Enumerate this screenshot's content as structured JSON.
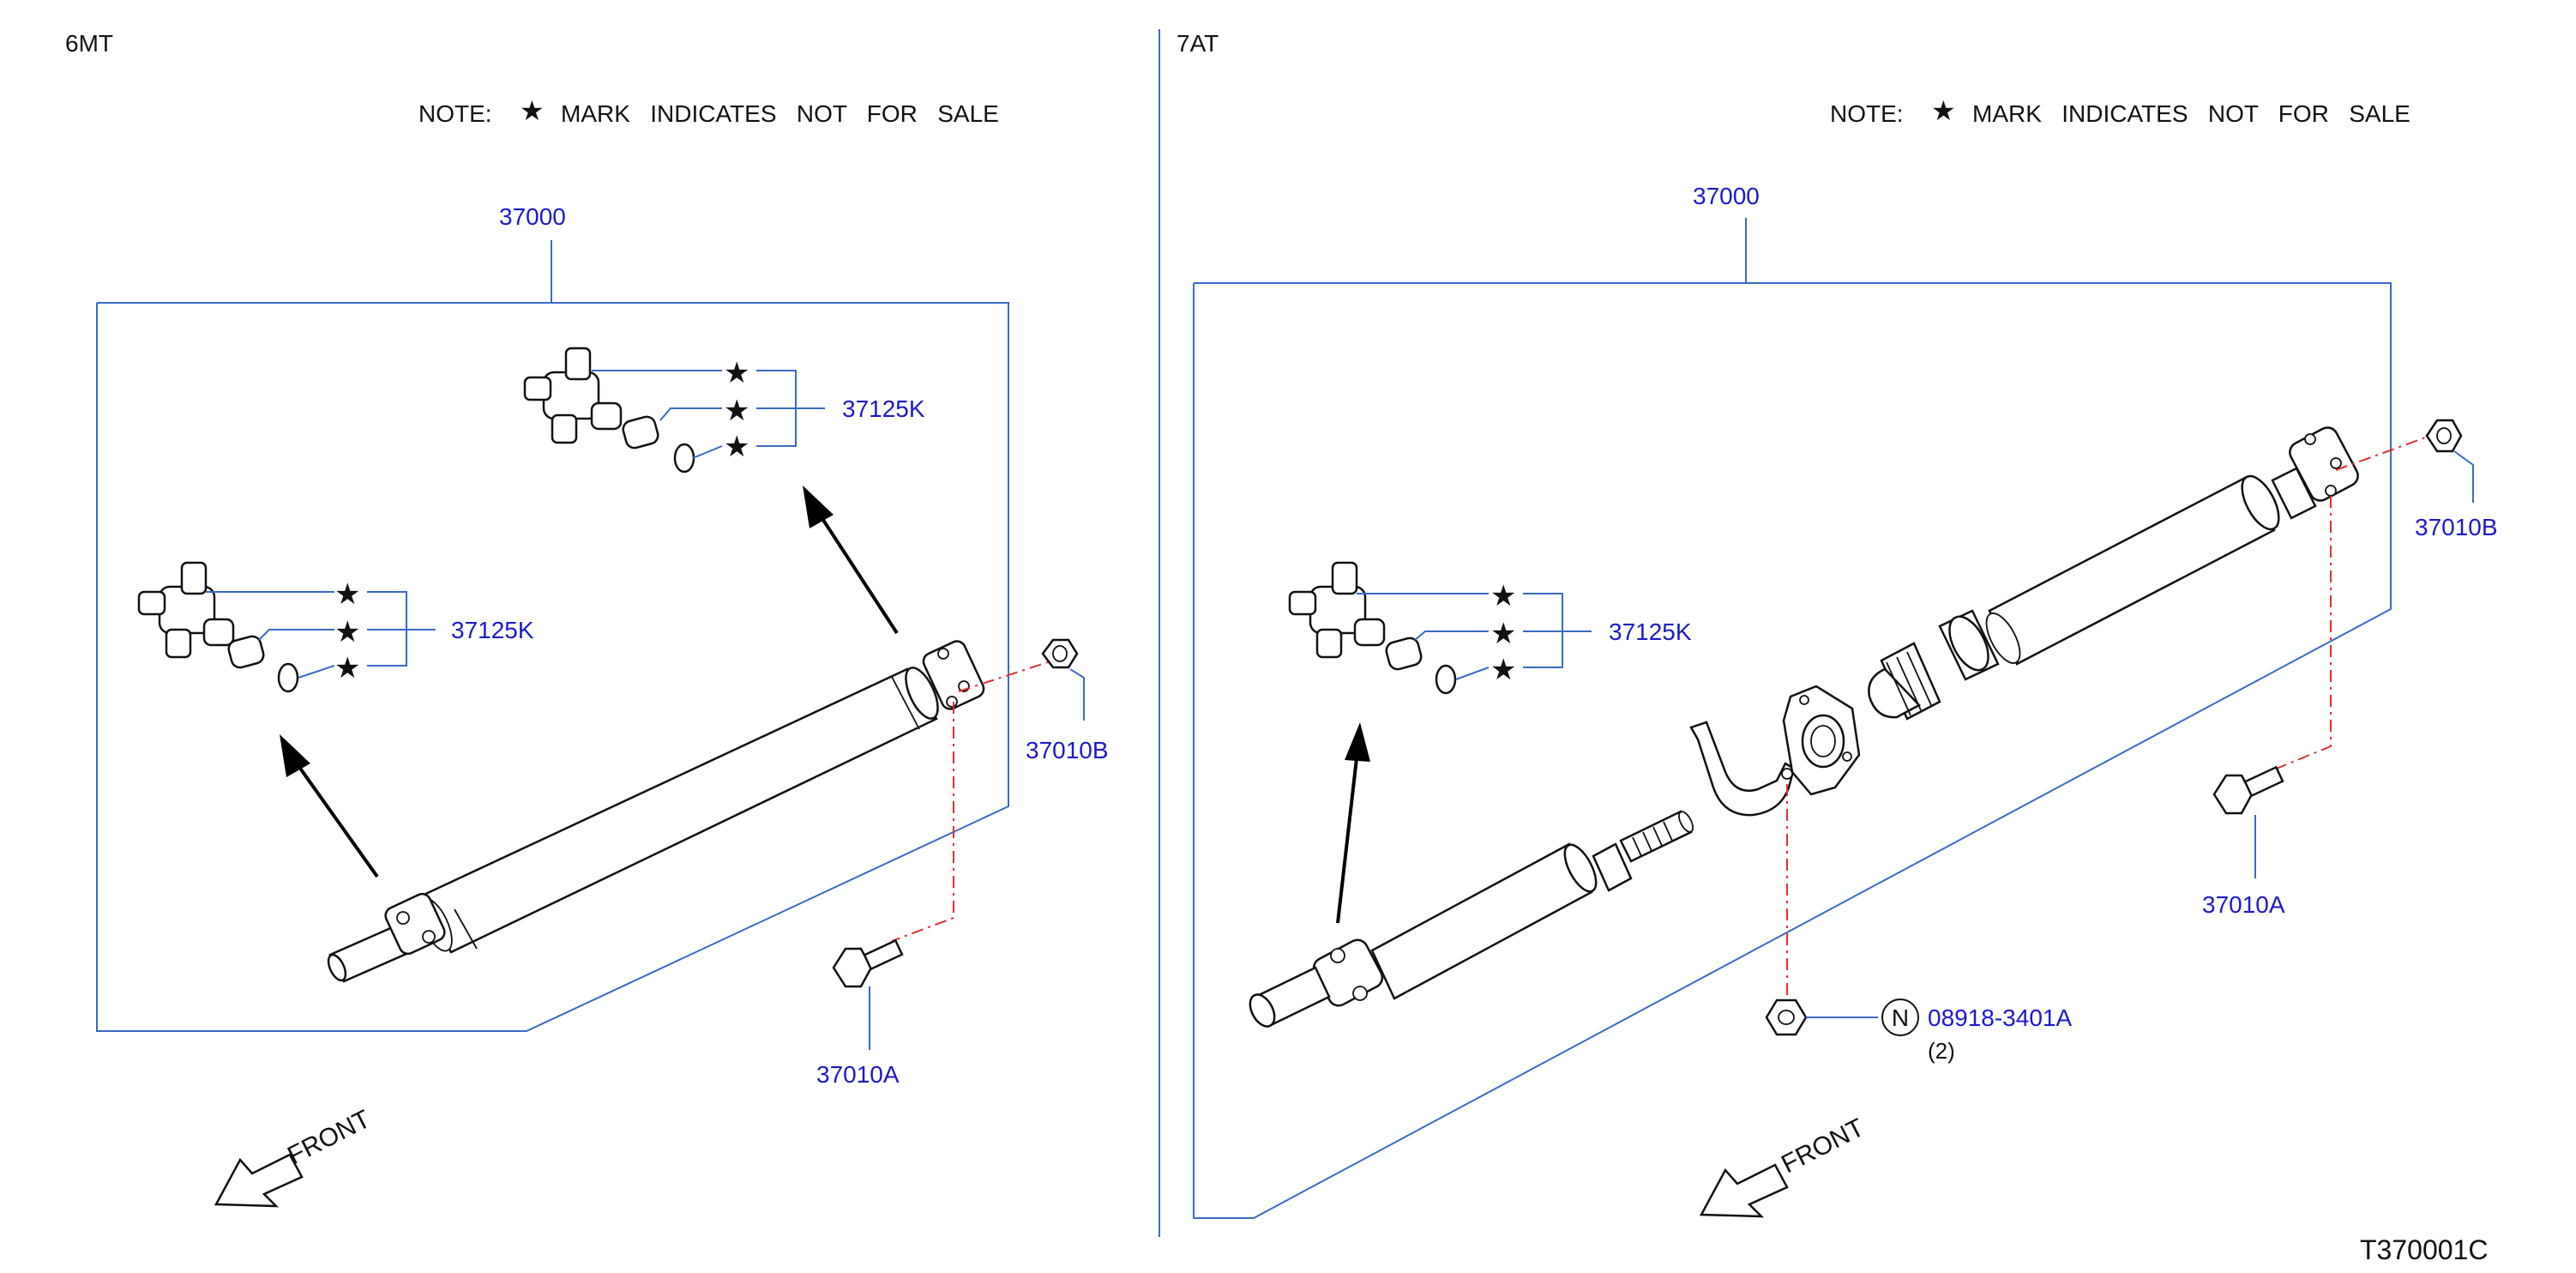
{
  "left": {
    "variant": "6MT",
    "note": {
      "prefix": "NOTE:",
      "star": "★",
      "text": "MARK   INDICATES   NOT   FOR   SALE"
    },
    "assembly_label": "37000",
    "upper_joint_label": "37125K",
    "lower_joint_label": "37125K",
    "nut_label": "37010B",
    "bolt_label": "37010A",
    "front_label": "FRONT",
    "star": "★"
  },
  "right": {
    "variant": "7AT",
    "note": {
      "prefix": "NOTE:",
      "star": "★",
      "text": "MARK   INDICATES   NOT   FOR   SALE"
    },
    "assembly_label": "37000",
    "joint_label": "37125K",
    "nut_label": "37010B",
    "bolt_label": "37010A",
    "bracket_nut_symbol": "N",
    "bracket_nut_label": "08918-3401A",
    "bracket_nut_qty": "(2)",
    "front_label": "FRONT",
    "star": "★"
  },
  "diagram_code": "T370001C",
  "colors": {
    "callout": "#1a1acc",
    "frame": "#3a6bc4",
    "dashed_leader": "#e03030",
    "ink": "#111111"
  },
  "icons": [
    "front-arrow-icon",
    "star-icon",
    "universal-joint-icon",
    "propeller-shaft-icon",
    "bolt-icon",
    "nut-icon",
    "center-bearing-icon",
    "bracket-icon"
  ]
}
